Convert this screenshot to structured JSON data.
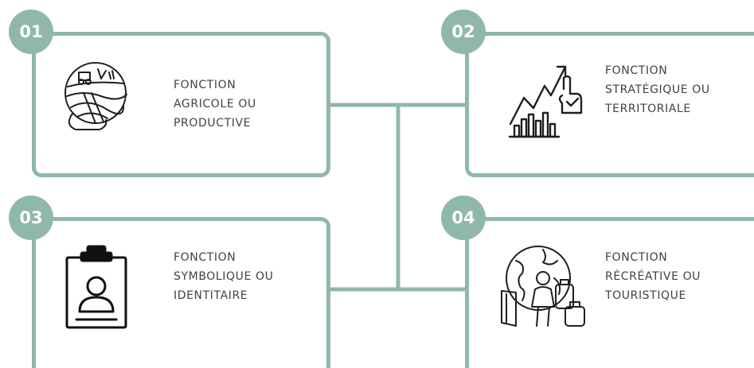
{
  "cards": [
    {
      "number": "01",
      "lines": [
        "FONCTION",
        "AGRICOLE OU",
        "PRODUCTIVE"
      ],
      "icon": "farm-landscape-icon"
    },
    {
      "number": "02",
      "lines": [
        "FONCTION",
        "STRATÉGIQUE OU",
        "TERRITORIALE"
      ],
      "icon": "growth-chart-hand-icon"
    },
    {
      "number": "03",
      "lines": [
        "FONCTION",
        "SYMBOLIQUE OU",
        "IDENTITAIRE"
      ],
      "icon": "id-badge-icon"
    },
    {
      "number": "04",
      "lines": [
        "FONCTION",
        "RÉCRÉATIVE OU",
        "TOURISTIQUE"
      ],
      "icon": "globe-traveler-icon"
    }
  ],
  "colors": {
    "accent": "#8fb8aa",
    "text": "#3a4548",
    "icon": "#1f1f1f"
  }
}
